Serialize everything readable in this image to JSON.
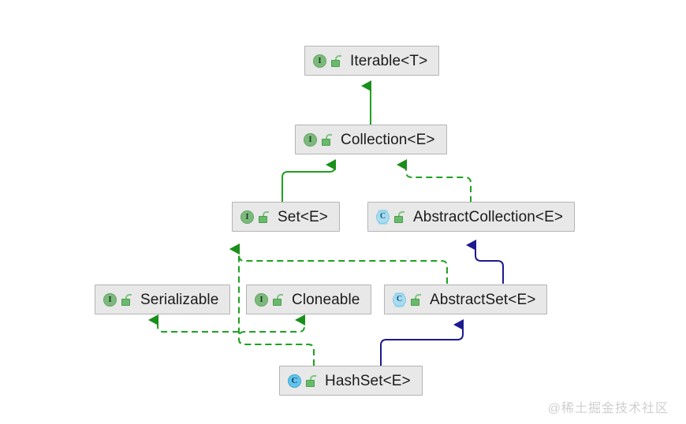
{
  "diagram": {
    "title": "Java Set / HashSet class hierarchy",
    "background": "#ffffff",
    "colors": {
      "node_fill": "#e8e8e8",
      "node_border": "#b4b4b4",
      "text": "#1b1b1b",
      "extends_interface": "#1ea11e",
      "implements": "#1ea11e",
      "extends_class": "#1b1a8f",
      "interface_icon": "#7cb97c",
      "abstract_icon": "#a8dcf0",
      "class_icon": "#62c4ec",
      "watermark": "#cfcfcf"
    },
    "nodes": [
      {
        "id": "iterable",
        "label": "Iterable<T>",
        "kind": "interface"
      },
      {
        "id": "collection",
        "label": "Collection<E>",
        "kind": "interface"
      },
      {
        "id": "set",
        "label": "Set<E>",
        "kind": "interface"
      },
      {
        "id": "abstractcollection",
        "label": "AbstractCollection<E>",
        "kind": "abstract"
      },
      {
        "id": "serializable",
        "label": "Serializable",
        "kind": "interface"
      },
      {
        "id": "cloneable",
        "label": "Cloneable",
        "kind": "interface"
      },
      {
        "id": "abstractset",
        "label": "AbstractSet<E>",
        "kind": "abstract"
      },
      {
        "id": "hashset",
        "label": "HashSet<E>",
        "kind": "class"
      }
    ],
    "edges": [
      {
        "from": "collection",
        "to": "iterable",
        "style": "solid",
        "relation": "extends"
      },
      {
        "from": "set",
        "to": "collection",
        "style": "solid",
        "relation": "extends"
      },
      {
        "from": "abstractcollection",
        "to": "collection",
        "style": "dashed",
        "relation": "implements"
      },
      {
        "from": "hashset",
        "to": "set",
        "style": "dashed",
        "relation": "implements"
      },
      {
        "from": "hashset",
        "to": "serializable",
        "style": "dashed",
        "relation": "implements"
      },
      {
        "from": "hashset",
        "to": "cloneable",
        "style": "dashed",
        "relation": "implements"
      },
      {
        "from": "abstractset",
        "to": "set",
        "style": "dashed",
        "relation": "implements"
      },
      {
        "from": "abstractset",
        "to": "abstractcollection",
        "style": "solid",
        "relation": "extends"
      },
      {
        "from": "hashset",
        "to": "abstractset",
        "style": "solid",
        "relation": "extends"
      }
    ]
  },
  "watermark": {
    "text": "@稀土掘金技术社区"
  }
}
